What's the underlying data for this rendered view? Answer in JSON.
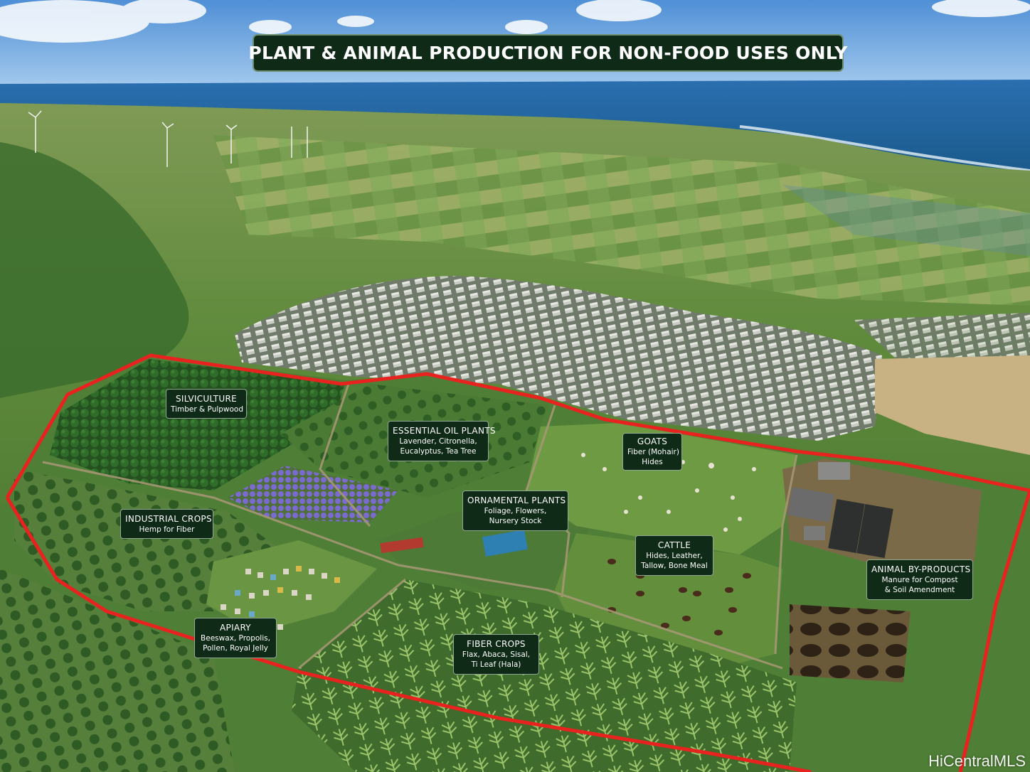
{
  "banner": {
    "title": "PLANT & ANIMAL PRODUCTION FOR NON-FOOD USES ONLY"
  },
  "labels": {
    "silviculture": {
      "title": "SILVICULTURE",
      "lines": [
        "Timber & Pulpwood"
      ]
    },
    "essential_oil": {
      "title": "ESSENTIAL OIL PLANTS",
      "lines": [
        "Lavender, Citronella,",
        "Eucalyptus, Tea Tree"
      ]
    },
    "goats": {
      "title": "GOATS",
      "lines": [
        "Fiber (Mohair)",
        "Hides"
      ]
    },
    "ornamental": {
      "title": "ORNAMENTAL PLANTS",
      "lines": [
        "Foliage, Flowers,",
        "Nursery Stock"
      ]
    },
    "industrial": {
      "title": "INDUSTRIAL CROPS",
      "lines": [
        "Hemp for Fiber"
      ]
    },
    "cattle": {
      "title": "CATTLE",
      "lines": [
        "Hides, Leather,",
        "Tallow, Bone Meal"
      ]
    },
    "animal_byproducts": {
      "title": "ANIMAL BY-PRODUCTS",
      "lines": [
        "Manure for Compost",
        "& Soil Amendment"
      ]
    },
    "apiary": {
      "title": "APIARY",
      "lines": [
        "Beeswax, Propolis,",
        "Pollen, Royal Jelly"
      ]
    },
    "fiber_crops": {
      "title": "FIBER CROPS",
      "lines": [
        "Flax, Abaca, Sisal,",
        "Ti Leaf (Hala)"
      ]
    }
  },
  "watermark": "HiCentralMLS",
  "colors": {
    "boundary": "#e8231f",
    "label_bg": "#0f2a17",
    "ocean": "#1d5e9c",
    "sky": "#6fa6df"
  }
}
